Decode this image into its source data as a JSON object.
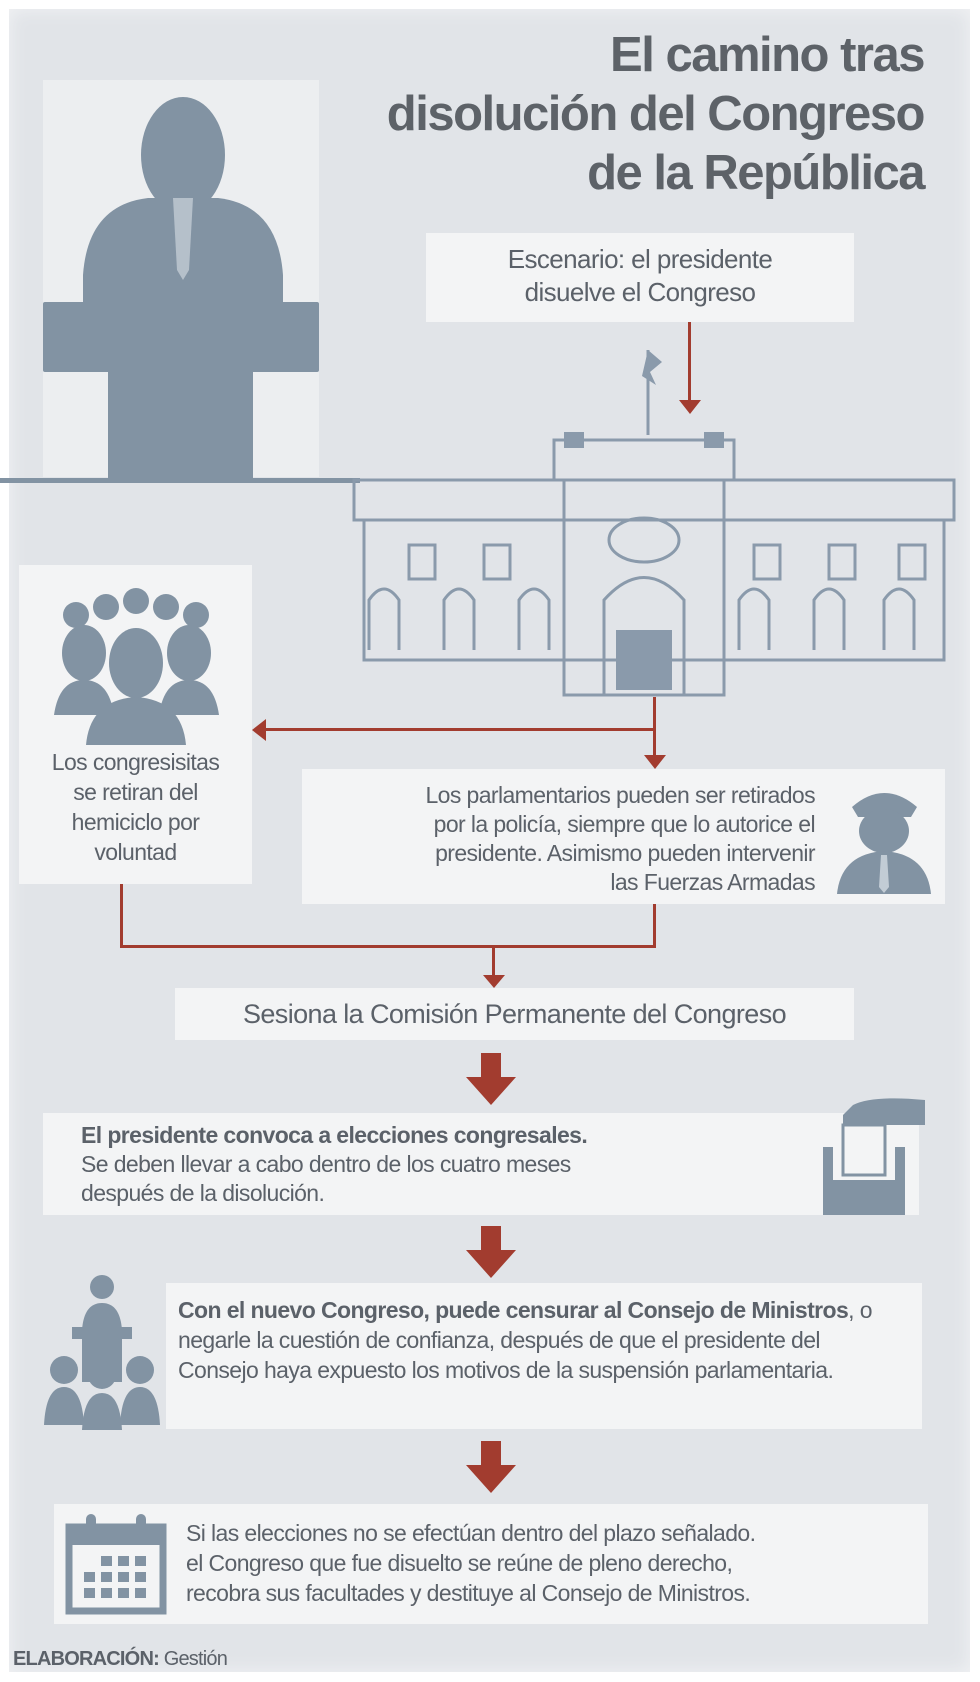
{
  "title": {
    "line1": "El camino tras",
    "line2": "disolución del Congreso",
    "line3": "de la República"
  },
  "scenario": {
    "line1": "Escenario: el presidente",
    "line2": "disuelve el Congreso"
  },
  "left_branch": {
    "line1": "Los congresisitas",
    "line2": "se retiran del",
    "line3": "hemiciclo por",
    "line4": "voluntad"
  },
  "right_branch": {
    "line1": "Los parlamentarios pueden ser retirados",
    "line2": "por la policía, siempre que lo autorice el",
    "line3": "presidente. Asimismo pueden intervenir",
    "line4": "las Fuerzas Armadas"
  },
  "step_commission": "Sesiona la Comisión Permanente del Congreso",
  "step_elections": {
    "bold": "El presidente convoca a elecciones congresales.",
    "line2": "Se deben llevar a cabo dentro de los cuatro meses",
    "line3": "después de la disolución."
  },
  "step_new_congress": {
    "bold": "Con el nuevo Congreso, puede censurar al Consejo de Ministros",
    "rest": ", o negarle la cuestión de confianza, después de que el presidente del Consejo haya expuesto los motivos de la suspensión parlamentaria."
  },
  "step_no_elections": {
    "line1": "Si las elecciones no se efectúan dentro del plazo señalado.",
    "line2": "el Congreso que fue disuelto se reúne de pleno derecho,",
    "line3": "recobra sus facultades y destituye al Consejo de Ministros."
  },
  "credit": {
    "label": "ELABORACIÓN:",
    "source": "Gestión"
  },
  "colors": {
    "background": "#e1e4e8",
    "box": "#f3f4f5",
    "icon": "#8293a3",
    "arrow": "#a23c2f",
    "text": "#5b6169"
  }
}
